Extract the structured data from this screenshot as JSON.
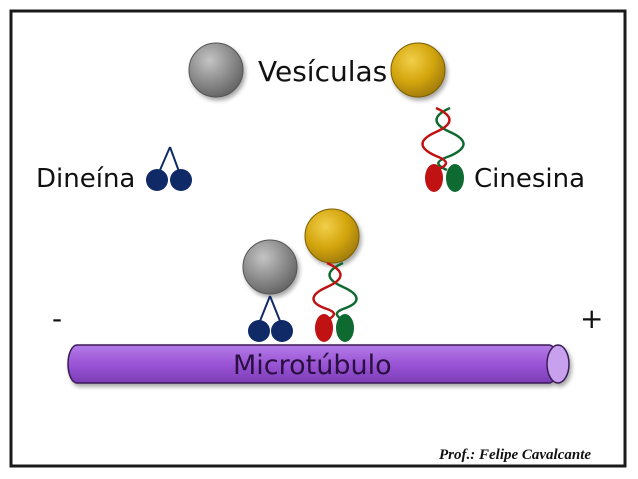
{
  "labels": {
    "vesicles": "Vesículas",
    "dynein": "Dineína",
    "kinesin": "Cinesina",
    "microtubule": "Microtúbulo",
    "minus_end": "-",
    "plus_end": "+",
    "credit": "Prof.: Felipe Cavalcante"
  },
  "colors": {
    "frame": "#1a1a1a",
    "vesicle_gray": "#8c8c8c",
    "vesicle_gold": "#d2a40c",
    "dynein_blue": "#0f2a66",
    "kinesin_red": "#c01212",
    "kinesin_green": "#0f6a32",
    "tube_body": "#9a55d6",
    "tube_end": "#c7a0ee"
  }
}
